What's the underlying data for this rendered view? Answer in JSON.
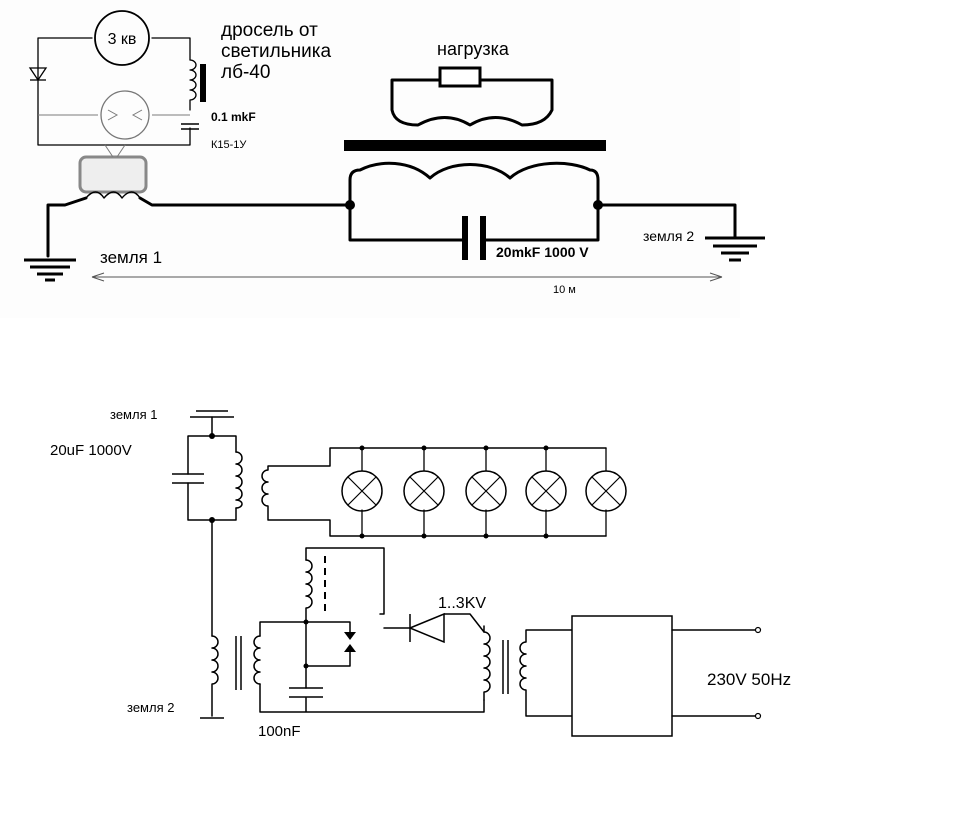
{
  "top": {
    "spark_gap_label": "3 кв",
    "choke_label_line1": "дросель от",
    "choke_label_line2": "светильника",
    "choke_label_line3": "лб-40",
    "cap_small_value": "0.1 mkF",
    "cap_small_type": "К15-1У",
    "load_label": "нагрузка",
    "ground1_label": "земля 1",
    "ground2_label": "земля 2",
    "cap_big_label": "20mkF 1000 V",
    "distance_label": "10 м"
  },
  "bottom": {
    "ground1_label": "земля 1",
    "ground2_label": "земля 2",
    "cap_label": "20uF 1000V",
    "cap2_label": "100nF",
    "diode_label": "1..3KV",
    "mains_label": "230V 50Hz"
  }
}
